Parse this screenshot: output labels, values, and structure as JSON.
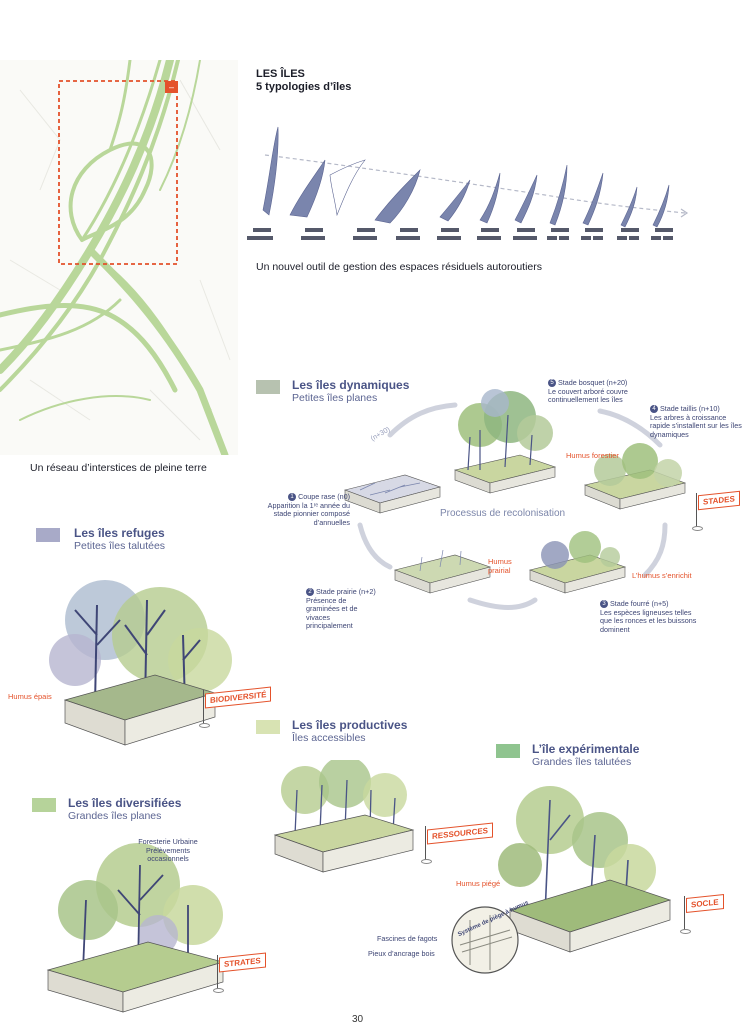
{
  "header": {
    "title": "LES ÎLES",
    "subtitle": "5 typologies d’îles"
  },
  "captions": {
    "outil": "Un nouvel outil de gestion des espaces résiduels autoroutiers",
    "reseau": "Un réseau d’interstices de pleine terre"
  },
  "map": {
    "marker": "–"
  },
  "colors": {
    "accent": "#e4522b",
    "ink": "#4a5486",
    "green": "#b7d59a"
  },
  "categories": {
    "dynamiques": {
      "title": "Les îles dynamiques",
      "subtitle": "Petites îles planes",
      "swatch": "#b7c2b0"
    },
    "refuges": {
      "title": "Les îles refuges",
      "subtitle": "Petites îles talutées",
      "swatch": "#a8aac8"
    },
    "productives": {
      "title": "Les îles productives",
      "subtitle": "Îles accessibles",
      "swatch": "#d8e3b3"
    },
    "experimentale": {
      "title": "L’île expérimentale",
      "subtitle": "Grandes îles talutées",
      "swatch": "#8fc48f"
    },
    "diversifiees": {
      "title": "Les îles diversifiées",
      "subtitle": "Grandes îles planes",
      "swatch": "#b6d39a"
    }
  },
  "cycle": {
    "center": "Processus de recolonisation",
    "n30": "(n+30)",
    "stage1": {
      "title": "Coupe rase (n0)",
      "text": "Apparition la 1ʳᵉ année du stade pionnier composé d’annuelles"
    },
    "stage2": {
      "title": "Stade prairie (n+2)",
      "text": "Présence de graminées et de vivaces principalement"
    },
    "stage3": {
      "title": "Stade fourré (n+5)",
      "text": "Les espèces ligneuses telles que les ronces et les buissons dominent"
    },
    "stage4": {
      "title": "Stade taillis (n+10)",
      "text": "Les arbres à croissance rapide s’installent sur les îles dynamiques"
    },
    "stage5": {
      "title": "Stade bosquet (n+20)",
      "text": "Le couvert arboré couvre continuellement les îles"
    },
    "humus_forestier": "Humus forestier",
    "humus_prairial": "Humus prairial",
    "humus_enrichit": "L’humus s’enrichit",
    "flag": "STADES"
  },
  "refuges": {
    "humus": "Humus épais",
    "flag": "BIODIVERSITÉ"
  },
  "productives": {
    "flag": "RESSOURCES"
  },
  "diversifiees": {
    "note": "Foresterie Urbaine Prélèvements occasionnels",
    "flag": "STRATES"
  },
  "experimentale": {
    "humus": "Humus piégé",
    "flag": "SOCLE",
    "fascines": "Fascines de fagots",
    "pieux": "Pieux d’ancrage bois",
    "inset_label": "Système de piège à humus"
  },
  "page_number": "30"
}
